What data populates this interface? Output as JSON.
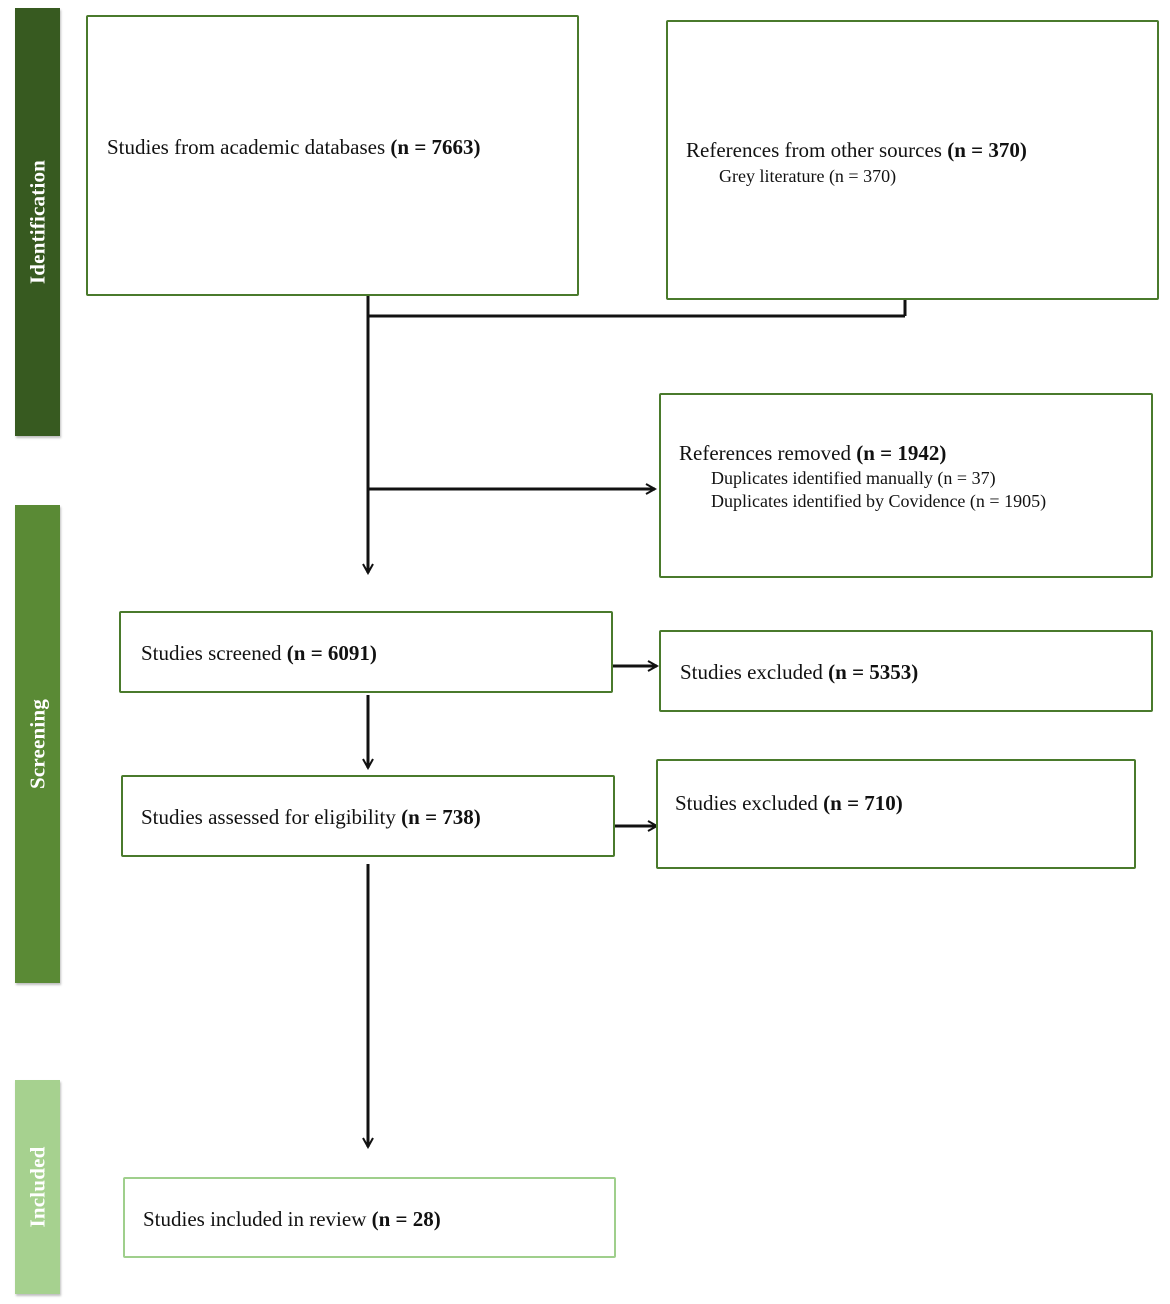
{
  "phases": {
    "identification": {
      "label": "Identification",
      "color": "#375a20"
    },
    "screening": {
      "label": "Screening",
      "color": "#5a8a35"
    },
    "included": {
      "label": "Included",
      "color": "#a6d18f"
    }
  },
  "boxes": {
    "academic": {
      "text": "Studies from academic databases",
      "n": "(n = 7663)"
    },
    "other_sources": {
      "text": "References from other sources",
      "n": "(n = 370)",
      "sub1": "Grey literature (n = 370)"
    },
    "removed": {
      "text": "References removed",
      "n": "(n = 1942)",
      "sub1": "Duplicates identified manually (n = 37)",
      "sub2": "Duplicates identified by Covidence (n = 1905)"
    },
    "screened": {
      "text": "Studies screened",
      "n": "(n = 6091)"
    },
    "excluded_screen": {
      "text": "Studies excluded",
      "n": "(n = 5353)"
    },
    "eligibility": {
      "text": "Studies assessed for eligibility",
      "n": "(n = 738)"
    },
    "excluded_elig": {
      "text": "Studies excluded",
      "n": "(n = 710)"
    },
    "included": {
      "text": "Studies included in review",
      "n": "(n = 28)"
    }
  },
  "colors": {
    "box_border": "#4a7a2c",
    "included_border": "#9fcf8c",
    "connector": "#111111"
  }
}
